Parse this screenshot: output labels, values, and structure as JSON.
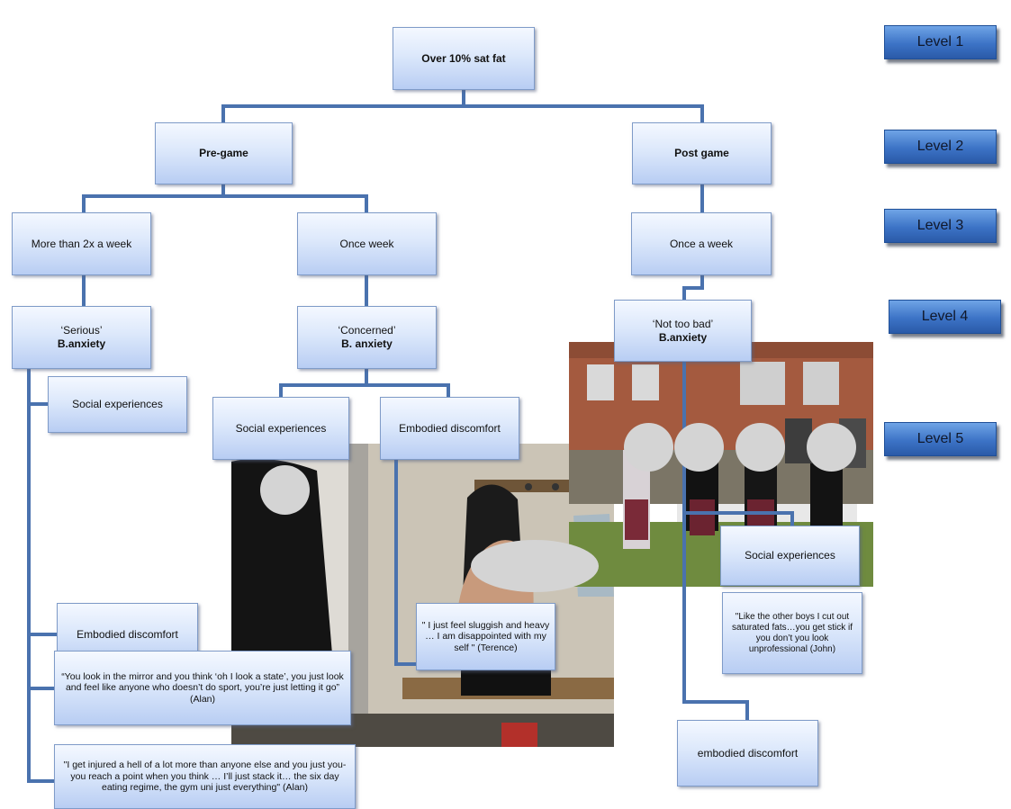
{
  "levels": {
    "l1": "Level 1",
    "l2": "Level 2",
    "l3": "Level 3",
    "l4": "Level 4",
    "l5": "Level 5"
  },
  "tree": {
    "root": "Over 10% sat fat",
    "pre_game": {
      "label": "Pre-game",
      "more_than_2x": {
        "label": "More than 2x a week",
        "serious": "‘Serious’",
        "anxiety": "B.anxiety",
        "social": "Social experiences",
        "embodied": "Embodied discomfort",
        "quote_mirror": "“You look in the mirror and you think ‘oh I look a state’, you just look and feel like anyone who doesn’t do sport, you’re just letting it go” (Alan)",
        "quote_injured": "\"I get injured a hell of a lot more than anyone else and you just you-you reach a point when you think … I’ll just stack it… the six day eating regime, the gym uni just everything\" (Alan)"
      },
      "once_week": {
        "label": "Once  week",
        "concerned": "‘Concerned’",
        "anxiety": "B. anxiety",
        "social": "Social experiences",
        "embodied": "Embodied discomfort",
        "quote_sluggish": "\" I just feel sluggish and heavy … I am disappointed with my self \" (Terence)"
      }
    },
    "post_game": {
      "label": "Post game",
      "once_a_week": {
        "label": "Once a week",
        "not_too_bad": "‘Not too bad’",
        "anxiety": "B.anxiety",
        "social": "Social experiences",
        "quote_boys": "\"Like the other boys I cut out saturated fats…you get stick if you don’t you look unprofessional (John)",
        "embodied": "embodied discomfort"
      }
    }
  },
  "photos": {
    "changing_room": "photo-changing-room",
    "rugby_training": "photo-rugby-training"
  },
  "colors": {
    "node_light": "#f4f8ff",
    "node_dark": "#b8cdf3",
    "connector": "#4a72ae",
    "level_light": "#6fa4e6",
    "level_dark": "#2a5aa8"
  }
}
